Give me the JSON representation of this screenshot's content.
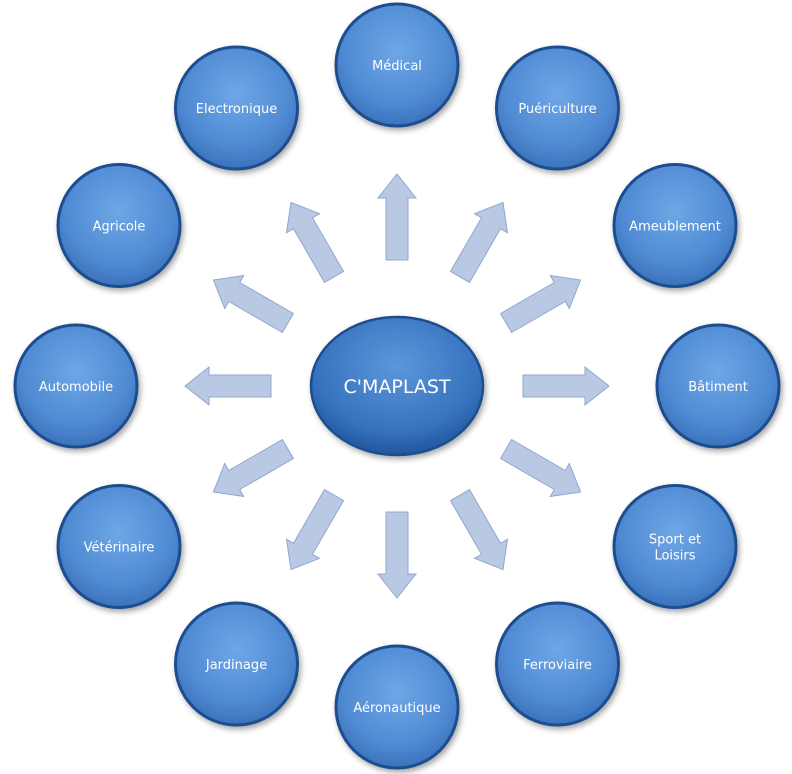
{
  "diagram": {
    "center": {
      "label": "C'MAPLAST"
    },
    "nodes": [
      {
        "id": "medical",
        "label": "Médical"
      },
      {
        "id": "puericulture",
        "label": "Puériculture"
      },
      {
        "id": "ameublement",
        "label": "Ameublement"
      },
      {
        "id": "batiment",
        "label": "Bâtiment"
      },
      {
        "id": "sport-et-loisirs",
        "label": "Sport et Loisirs",
        "lines": [
          "Sport et",
          "Loisirs"
        ]
      },
      {
        "id": "ferroviaire",
        "label": "Ferroviaire"
      },
      {
        "id": "aeronautique",
        "label": "Aéronautique"
      },
      {
        "id": "jardinage",
        "label": "Jardinage"
      },
      {
        "id": "veterinaire",
        "label": "Vétérinaire"
      },
      {
        "id": "automobile",
        "label": "Automobile"
      },
      {
        "id": "agricole",
        "label": "Agricole"
      },
      {
        "id": "electronique",
        "label": "Electronique"
      }
    ],
    "colors": {
      "node_fill": "#5592d6",
      "node_border": "#1f4d8c",
      "center_fill": "#3a78c2",
      "arrow_fill": "#b9c9e3",
      "arrow_stroke": "#8fa7cf",
      "text": "#ffffff"
    }
  }
}
